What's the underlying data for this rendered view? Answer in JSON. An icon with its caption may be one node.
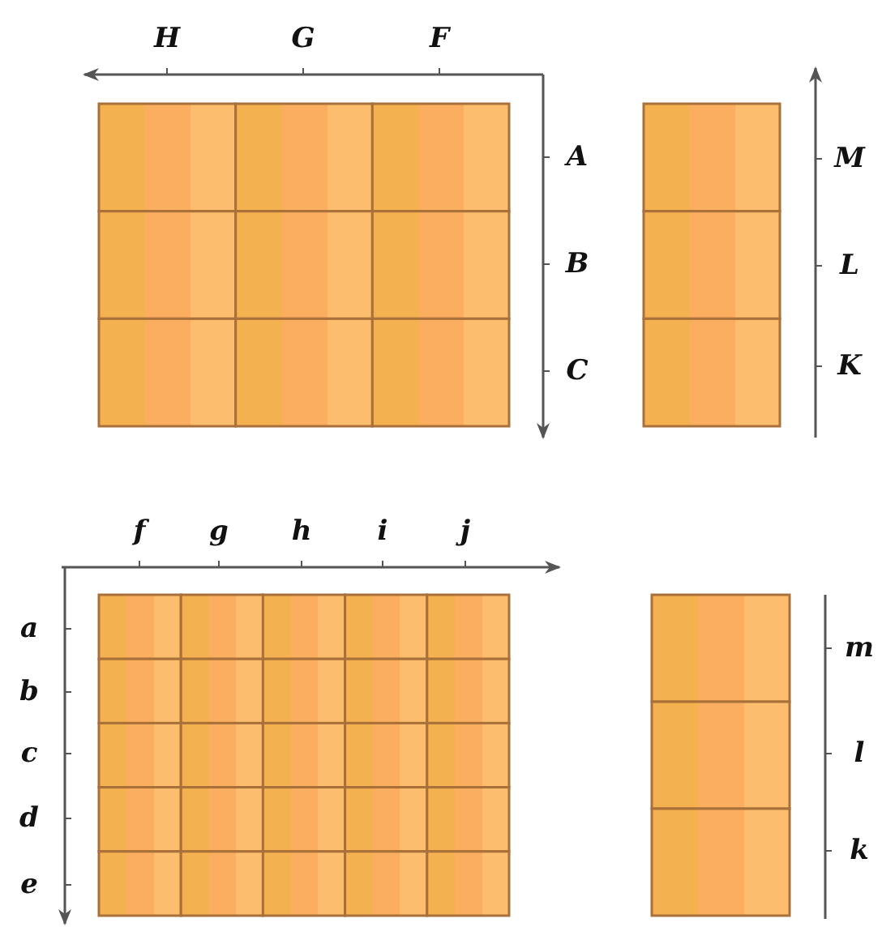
{
  "diagram": {
    "labels": [
      "H",
      "G",
      "F",
      "A",
      "B",
      "C",
      "M",
      "L",
      "K",
      "f",
      "g",
      "h",
      "i",
      "j",
      "a",
      "b",
      "c",
      "d",
      "e",
      "m",
      "l",
      "k"
    ]
  }
}
